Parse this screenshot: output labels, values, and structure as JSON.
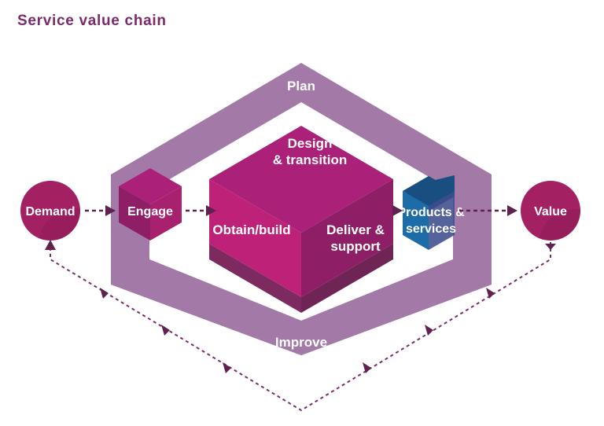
{
  "title": "Service value chain",
  "colors": {
    "title": "#7B2A6B",
    "band": "#A379A8",
    "band_dark": "#9A6FA0",
    "node": "#A32163",
    "node_shade": "#8E1B58",
    "cube_top": "#AB2079",
    "cube_left": "#BE2278",
    "cube_right": "#8E1F66",
    "cube_bottom": "#7D2A60",
    "engage_top": "#AB2079",
    "engage_left": "#8E1F66",
    "engage_right": "#A8216F",
    "blue_top": "#194E80",
    "blue_left": "#1C6CA8",
    "blue_right": "#4F3E80",
    "arrow": "#5E2150",
    "background": "#FFFFFF"
  },
  "bands": {
    "plan_label": "Plan",
    "improve_label": "Improve"
  },
  "nodes": {
    "demand": {
      "label": "Demand"
    },
    "value": {
      "label": "Value"
    }
  },
  "cubes": {
    "engage": {
      "label": "Engage"
    },
    "central": {
      "top_label_line1": "Design",
      "top_label_line2": "& transition",
      "left_label": "Obtain/build",
      "right_label_line1": "Deliver &",
      "right_label_line2": "support"
    },
    "products": {
      "label_line1": "Products &",
      "label_line2": "services"
    }
  },
  "connectors": {
    "demand_to_engage": "arrow-right-dashed",
    "engage_to_central": "arrow-right-dashed",
    "central_to_products": "arrow-right-dashed",
    "products_to_value": "arrow-right-dashed",
    "feedback_loop": "dashed-feedback-loop-value-to-demand"
  }
}
